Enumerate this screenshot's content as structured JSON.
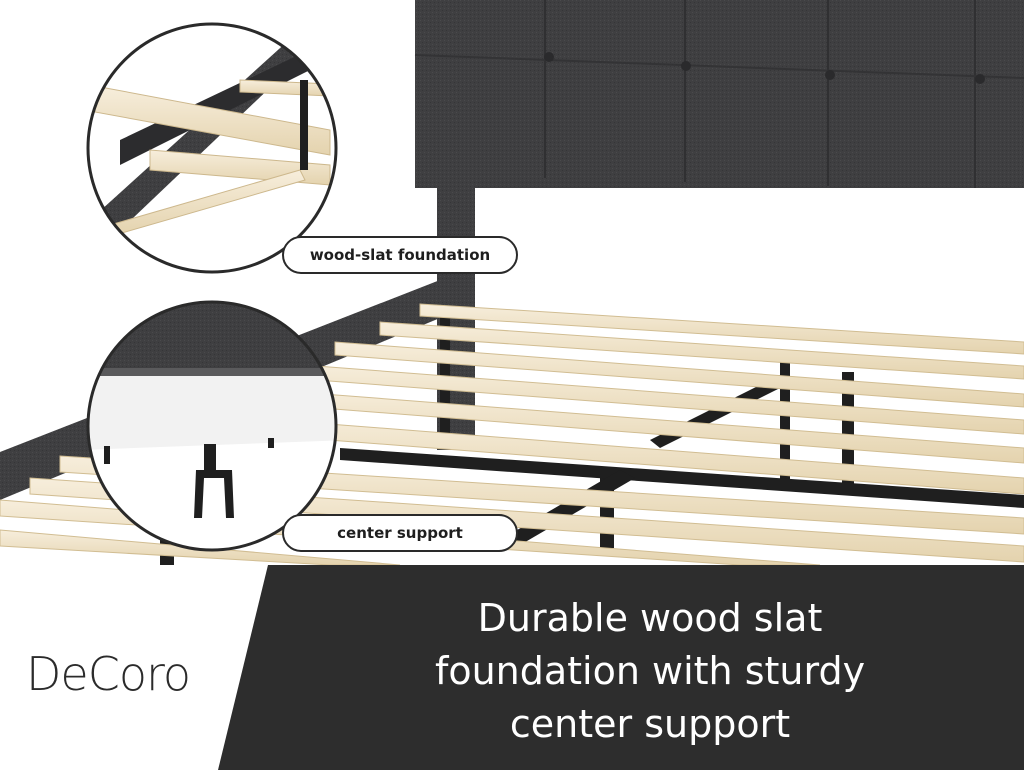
{
  "callouts": {
    "wood_slat_label": "wood-slat foundation",
    "center_support_label": "center support"
  },
  "banner": {
    "brand": "DeCoro",
    "headline_lines": [
      "Durable wood slat",
      "foundation with sturdy",
      "center support"
    ]
  },
  "colors": {
    "fabric": "#3d3d3f",
    "slat": "#efe3c8",
    "banner_dark": "#2d2d2d",
    "metal": "#1f1f1f"
  }
}
